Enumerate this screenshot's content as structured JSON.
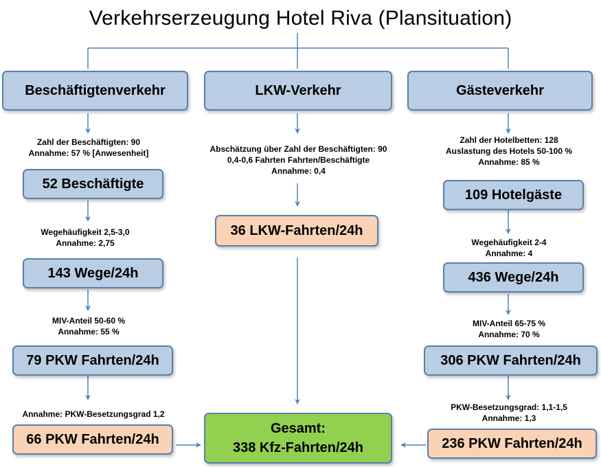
{
  "title": "Verkehrserzeugung Hotel Riva (Plansituation)",
  "columns": {
    "left": {
      "header": "Beschäftigtenverkehr",
      "note1": [
        "Zahl der Beschäftigten: 90",
        "Annahme: 57 % [Anwesenheit]"
      ],
      "box1": "52 Beschäftigte",
      "note2": [
        "Wegehäufigkeit 2,5-3,0",
        "Annahme: 2,75"
      ],
      "box2": "143 Wege/24h",
      "note3": [
        "MIV-Anteil 50-60 %",
        "Annahme: 55 %"
      ],
      "box3": "79 PKW Fahrten/24h",
      "note4": [
        "Annahme: PKW-Besetzungsgrad 1,2"
      ],
      "box4": "66 PKW Fahrten/24h"
    },
    "middle": {
      "header": "LKW-Verkehr",
      "note1": [
        "Abschätzung über Zahl der Beschäftigten: 90",
        "0,4-0,6 Fahrten Fahrten/Beschäftigte",
        "Annahme: 0,4"
      ],
      "box1": "36 LKW-Fahrten/24h"
    },
    "right": {
      "header": "Gästeverkehr",
      "note1": [
        "Zahl der Hotelbetten: 128",
        "Auslastung des Hotels 50-100 %",
        "Annahme: 85 %"
      ],
      "box1": "109 Hotelgäste",
      "note2": [
        "Wegehäufigkeit 2-4",
        "Annahme: 4"
      ],
      "box2": "436 Wege/24h",
      "note3": [
        "MIV-Anteil 65-75 %",
        "Annahme: 70 %"
      ],
      "box3": "306 PKW Fahrten/24h",
      "note4": [
        "PKW-Besetzungsgrad: 1,1-1,5",
        "Annahme: 1,3"
      ],
      "box4": "236 PKW Fahrten/24h"
    }
  },
  "total": {
    "line1": "Gesamt:",
    "line2": "338 Kfz-Fahrten/24h"
  },
  "colors": {
    "box_blue": "#b9cde4",
    "box_peach": "#fad3b6",
    "box_green": "#92d050",
    "border": "#5b7fac",
    "arrow": "#4f81bd"
  }
}
